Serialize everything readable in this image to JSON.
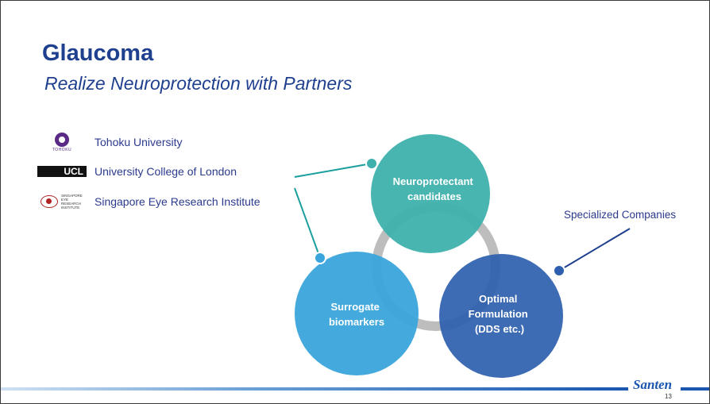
{
  "slide": {
    "title": "Glaucoma",
    "subtitle": "Realize Neuroprotection with Partners",
    "page_number": "13",
    "brand": "Santen"
  },
  "partners": [
    {
      "name": "Tohoku University",
      "logo_text": "TOHOKU"
    },
    {
      "name": "University College of London",
      "logo_text": "UCL"
    },
    {
      "name": "Singapore Eye Research Institute",
      "logo_text": "SINGAPORE EYE RESEARCH INSTITUTE"
    }
  ],
  "diagram": {
    "circles": [
      {
        "id": "neuroprotectant",
        "lines": [
          "Neuroprotectant",
          "candidates"
        ],
        "color": "#3fb1ad"
      },
      {
        "id": "surrogate",
        "lines": [
          "Surrogate",
          "biomarkers"
        ],
        "color": "#3aa5dc"
      },
      {
        "id": "formulation",
        "lines": [
          "Optimal",
          "Formulation",
          "(DDS etc.)"
        ],
        "color": "#2e5fae"
      }
    ],
    "ring_color": "#bdbdbd",
    "connector_colors": {
      "partners": "#1a9e9e",
      "companies": "#1f3f8f"
    },
    "callout": "Specialized Companies"
  }
}
